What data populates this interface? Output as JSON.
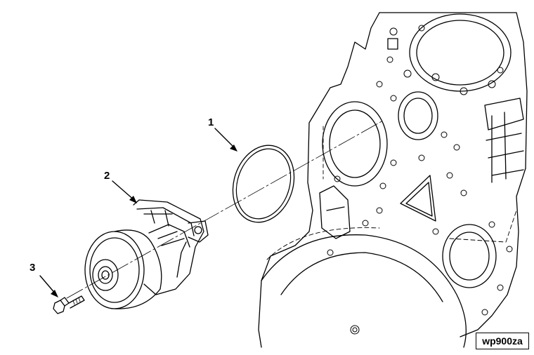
{
  "figure": {
    "id_label": "wp900za",
    "callouts": [
      {
        "number": "1",
        "part": "o-ring"
      },
      {
        "number": "2",
        "part": "water-pump"
      },
      {
        "number": "3",
        "part": "capscrew"
      }
    ]
  },
  "colors": {
    "line": "#000000",
    "background": "#ffffff"
  }
}
